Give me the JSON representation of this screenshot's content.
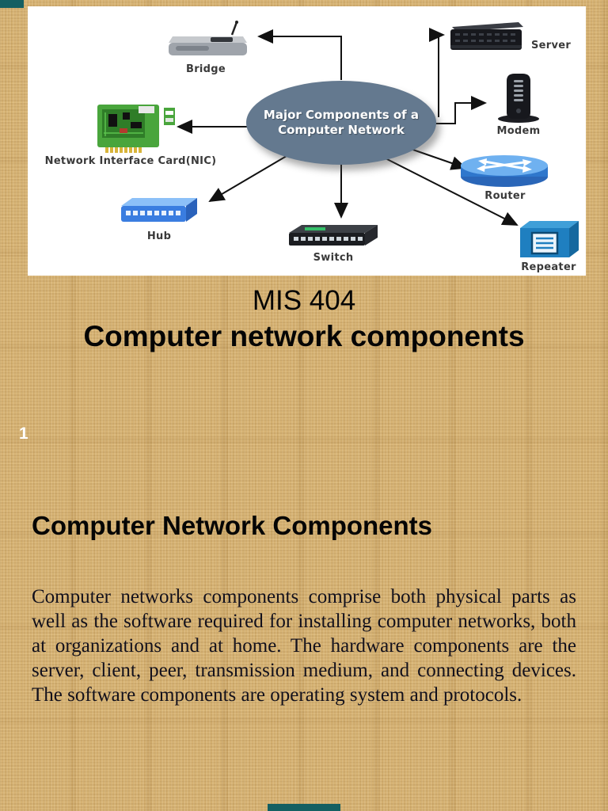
{
  "page": {
    "number": "1"
  },
  "diagram": {
    "center": {
      "line1": "Major Components of a",
      "line2": "Computer Network"
    },
    "nodes": [
      {
        "id": "bridge",
        "label": "Bridge",
        "icon": "bridge-icon"
      },
      {
        "id": "server",
        "label": "Server",
        "icon": "server-icon"
      },
      {
        "id": "modem",
        "label": "Modem",
        "icon": "modem-icon"
      },
      {
        "id": "router",
        "label": "Router",
        "icon": "router-icon"
      },
      {
        "id": "repeater",
        "label": "Repeater",
        "icon": "repeater-icon"
      },
      {
        "id": "switch",
        "label": "Switch",
        "icon": "switch-icon"
      },
      {
        "id": "hub",
        "label": "Hub",
        "icon": "hub-icon"
      },
      {
        "id": "nic",
        "label": "Network Interface Card(NIC)",
        "icon": "nic-icon"
      }
    ]
  },
  "slide": {
    "title_line1": "MIS 404",
    "title_line2": "Computer network components"
  },
  "section": {
    "heading": "Computer Network Components",
    "body": "Computer networks components comprise both physical parts as well as the software required for installing computer networks, both at organizations and at home. The hardware components are the server, client, peer, transmission medium, and connecting devices. The software components are operating system and protocols."
  },
  "colors": {
    "background_tan": "#d6b273",
    "panel_white": "#ffffff",
    "ellipse_fill": "#64798f",
    "arrow_black": "#111111",
    "page_edge_teal": "#145f62",
    "diagram_label": "#3a3a3a",
    "body_text": "#12101c"
  }
}
